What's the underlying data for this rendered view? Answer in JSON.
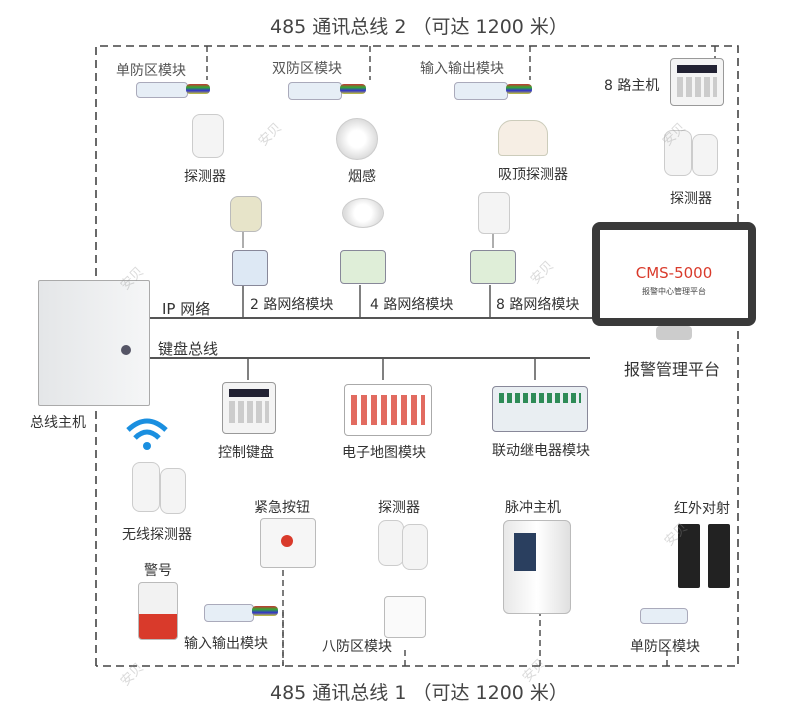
{
  "bus_top_title": "485 通讯总线 2 （可达 1200 米）",
  "bus_bottom_title": "485 通讯总线 1 （可达 1200 米）",
  "top_row": {
    "single_zone": "单防区模块",
    "dual_zone": "双防区模块",
    "io_module": "输入输出模块",
    "host8": "8 路主机",
    "detector_a": "探测器",
    "smoke": "烟感",
    "ceiling": "吸顶探测器",
    "detector_b": "探测器"
  },
  "network": {
    "ip_label": "IP 网络",
    "net2": "2 路网络模块",
    "net4": "4 路网络模块",
    "net8": "8 路网络模块",
    "keyboard_bus": "键盘总线"
  },
  "platform": {
    "screen_brand": "CMS-5000",
    "screen_sub": "报警中心管理平台",
    "caption": "报警管理平台"
  },
  "host": {
    "caption": "总线主机"
  },
  "middle": {
    "keypad": "控制键盘",
    "emap": "电子地图模块",
    "relay": "联动继电器模块"
  },
  "bottom": {
    "wireless": "无线探测器",
    "panic": "紧急按钮",
    "detector": "探测器",
    "pulse": "脉冲主机",
    "ir_beam": "红外对射",
    "siren": "警号",
    "io_module": "输入输出模块",
    "eight_zone": "八防区模块",
    "single_zone": "单防区模块"
  },
  "watermark": "安贝",
  "colors": {
    "bus_line": "#555555",
    "dashed": "#444444",
    "accent_red": "#d93a2b",
    "wifi_blue": "#1a8fe0"
  }
}
